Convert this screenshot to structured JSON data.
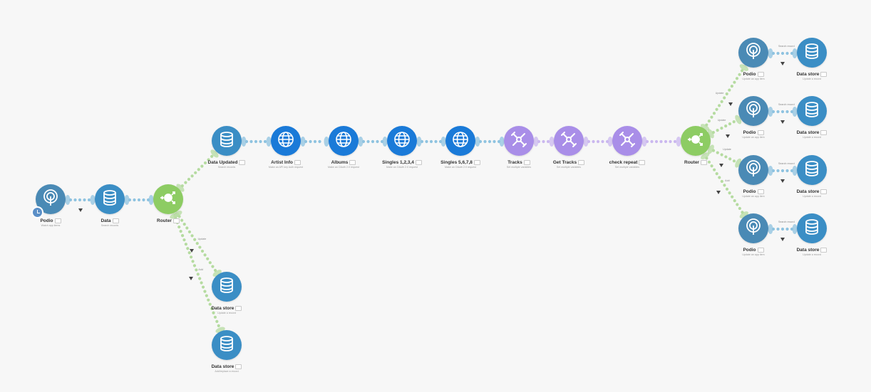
{
  "scenario": {
    "modules": [
      {
        "id": "podio1",
        "app": "podio",
        "icon": "podio-icon",
        "color": "#4a8ab5",
        "title": "Podio",
        "subtitle": "Watch app items",
        "trigger": true
      },
      {
        "id": "data1",
        "app": "datastore",
        "icon": "database-icon",
        "color": "#3b8ec5",
        "title": "Data",
        "subtitle": "Search records"
      },
      {
        "id": "router1",
        "app": "router",
        "icon": "router-icon",
        "color": "#8dcc63",
        "title": "Router",
        "subtitle": ""
      },
      {
        "id": "dataUpdated",
        "app": "datastore",
        "icon": "database-icon",
        "color": "#3b8ec5",
        "title": "Data Updated",
        "subtitle": "Search records"
      },
      {
        "id": "artistInfo",
        "app": "http",
        "icon": "globe-icon",
        "color": "#1a7ad8",
        "title": "Artist Info",
        "subtitle": "Make an API key Auth request"
      },
      {
        "id": "albums",
        "app": "http",
        "icon": "globe-icon",
        "color": "#1a7ad8",
        "title": "Albums",
        "subtitle": "Make an OAuth 2.0 request"
      },
      {
        "id": "singles1",
        "app": "http",
        "icon": "globe-icon",
        "color": "#1a7ad8",
        "title": "Singles 1,2,3,4",
        "subtitle": "Make an OAuth 2.0 request"
      },
      {
        "id": "singles5",
        "app": "http",
        "icon": "globe-icon",
        "color": "#1a7ad8",
        "title": "Singles 5,6,7,8",
        "subtitle": "Make an OAuth 2.0 request"
      },
      {
        "id": "tracks",
        "app": "tools",
        "icon": "tools-icon",
        "color": "#a98ee8",
        "title": "Tracks",
        "subtitle": "Set multiple variables"
      },
      {
        "id": "getTracks",
        "app": "tools",
        "icon": "tools-icon",
        "color": "#a98ee8",
        "title": "Get Tracks",
        "subtitle": "Set multiple variables"
      },
      {
        "id": "checkRepeat",
        "app": "tools",
        "icon": "tools-icon",
        "color": "#a98ee8",
        "title": "check repeat",
        "subtitle": "Set multiple variables"
      },
      {
        "id": "router2",
        "app": "router",
        "icon": "router-icon",
        "color": "#8dcc63",
        "title": "Router",
        "subtitle": ""
      },
      {
        "id": "podioA",
        "app": "podio",
        "icon": "podio-icon",
        "color": "#4a8ab5",
        "title": "Podio",
        "subtitle": "Update an app item"
      },
      {
        "id": "dsA",
        "app": "datastore",
        "icon": "database-icon",
        "color": "#3b8ec5",
        "title": "Data store",
        "subtitle": "Update a record"
      },
      {
        "id": "podioB",
        "app": "podio",
        "icon": "podio-icon",
        "color": "#4a8ab5",
        "title": "Podio",
        "subtitle": "Update an app item"
      },
      {
        "id": "dsB",
        "app": "datastore",
        "icon": "database-icon",
        "color": "#3b8ec5",
        "title": "Data store",
        "subtitle": "Update a record"
      },
      {
        "id": "podioC",
        "app": "podio",
        "icon": "podio-icon",
        "color": "#4a8ab5",
        "title": "Podio",
        "subtitle": "Update an app item"
      },
      {
        "id": "dsC",
        "app": "datastore",
        "icon": "database-icon",
        "color": "#3b8ec5",
        "title": "Data store",
        "subtitle": "Update a record"
      },
      {
        "id": "podioD",
        "app": "podio",
        "icon": "podio-icon",
        "color": "#4a8ab5",
        "title": "Podio",
        "subtitle": "Update an app item"
      },
      {
        "id": "dsD",
        "app": "datastore",
        "icon": "database-icon",
        "color": "#3b8ec5",
        "title": "Data store",
        "subtitle": "Update a record"
      },
      {
        "id": "dsE",
        "app": "datastore",
        "icon": "database-icon",
        "color": "#3b8ec5",
        "title": "Data store",
        "subtitle": "Update a record"
      },
      {
        "id": "dsF",
        "app": "datastore",
        "icon": "database-icon",
        "color": "#3b8ec5",
        "title": "Data store",
        "subtitle": "Add/replace a record"
      }
    ],
    "connections": [
      {
        "from": "podio1",
        "to": "data1",
        "color": "#8fc3e0",
        "filter": true,
        "label": ""
      },
      {
        "from": "data1",
        "to": "router1",
        "color": "#8fc3e0",
        "filter": false,
        "label": ""
      },
      {
        "from": "router1",
        "to": "dataUpdated",
        "color": "#b5dba0",
        "filter": false,
        "label": ""
      },
      {
        "from": "router1",
        "to": "dsE",
        "color": "#b5dba0",
        "filter": true,
        "label": "Update"
      },
      {
        "from": "router1",
        "to": "dsF",
        "color": "#b5dba0",
        "filter": true,
        "label": "Add"
      },
      {
        "from": "dataUpdated",
        "to": "artistInfo",
        "color": "#8fc3e0",
        "filter": false,
        "label": ""
      },
      {
        "from": "artistInfo",
        "to": "albums",
        "color": "#8fc3e0",
        "filter": false,
        "label": ""
      },
      {
        "from": "albums",
        "to": "singles1",
        "color": "#8fc3e0",
        "filter": false,
        "label": ""
      },
      {
        "from": "singles1",
        "to": "singles5",
        "color": "#8fc3e0",
        "filter": false,
        "label": ""
      },
      {
        "from": "singles5",
        "to": "tracks",
        "color": "#8fc3e0",
        "filter": false,
        "label": ""
      },
      {
        "from": "tracks",
        "to": "getTracks",
        "color": "#cbb8ef",
        "filter": false,
        "label": ""
      },
      {
        "from": "getTracks",
        "to": "checkRepeat",
        "color": "#cbb8ef",
        "filter": false,
        "label": ""
      },
      {
        "from": "checkRepeat",
        "to": "router2",
        "color": "#cbb8ef",
        "filter": false,
        "label": ""
      },
      {
        "from": "router2",
        "to": "podioA",
        "color": "#b5dba0",
        "filter": true,
        "label": "Update"
      },
      {
        "from": "router2",
        "to": "podioB",
        "color": "#b5dba0",
        "filter": true,
        "label": "Update"
      },
      {
        "from": "router2",
        "to": "podioC",
        "color": "#b5dba0",
        "filter": true,
        "label": "Update"
      },
      {
        "from": "router2",
        "to": "podioD",
        "color": "#b5dba0",
        "filter": true,
        "label": "Add"
      },
      {
        "from": "podioA",
        "to": "dsA",
        "color": "#8fc3e0",
        "filter": true,
        "label": "Search record"
      },
      {
        "from": "podioB",
        "to": "dsB",
        "color": "#8fc3e0",
        "filter": true,
        "label": "Search record"
      },
      {
        "from": "podioC",
        "to": "dsC",
        "color": "#8fc3e0",
        "filter": true,
        "label": "Search record"
      },
      {
        "from": "podioD",
        "to": "dsD",
        "color": "#8fc3e0",
        "filter": true,
        "label": "Search record"
      }
    ]
  }
}
